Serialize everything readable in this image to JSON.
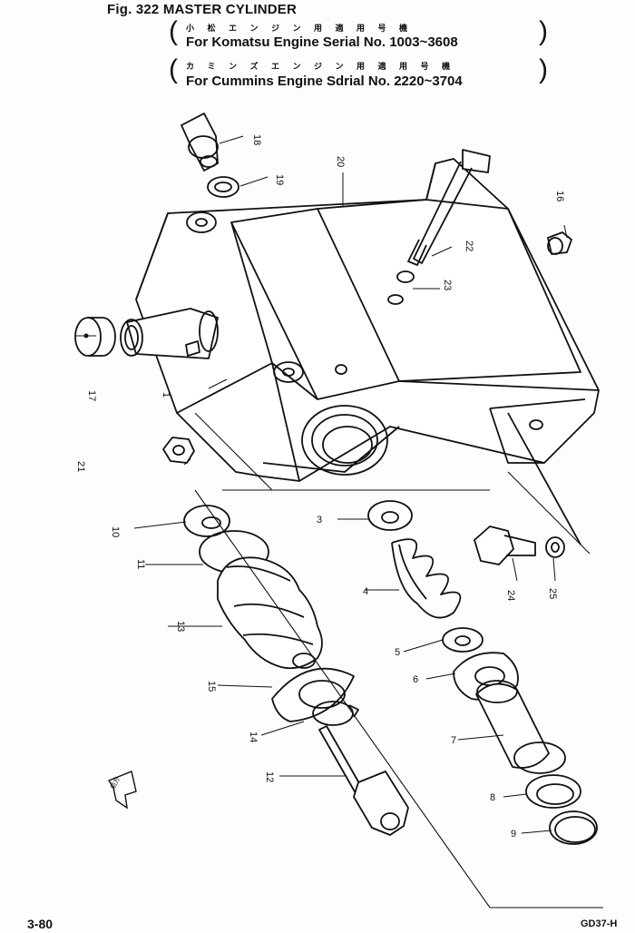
{
  "header": {
    "figure_title": "Fig. 322 MASTER CYLINDER",
    "jp_line1": "小 松 エ ン ジ ン 用   適 用 号 機",
    "line1": "For Komatsu Engine Serial No. 1003~3608",
    "jp_line2": "カ ミ ン ズ エ ン ジ ン 用   適 用 号 機",
    "line2": "For Cummins Engine Sdrial No. 2220~3704"
  },
  "footer": {
    "page_number": "3-80",
    "model_code": "GD37-H"
  },
  "callouts": {
    "n1": "1",
    "n3": "3",
    "n4": "4",
    "n5": "5",
    "n6": "6",
    "n7": "7",
    "n8": "8",
    "n9": "9",
    "n10": "10",
    "n11": "11",
    "n12": "12",
    "n13": "13",
    "n14": "14",
    "n15": "15",
    "n16": "16",
    "n17": "17",
    "n18": "18",
    "n19": "19",
    "n20": "20",
    "n21": "21",
    "n22": "22",
    "n23": "23",
    "n24": "24",
    "n25": "25"
  },
  "front_arrow_label": "前方"
}
